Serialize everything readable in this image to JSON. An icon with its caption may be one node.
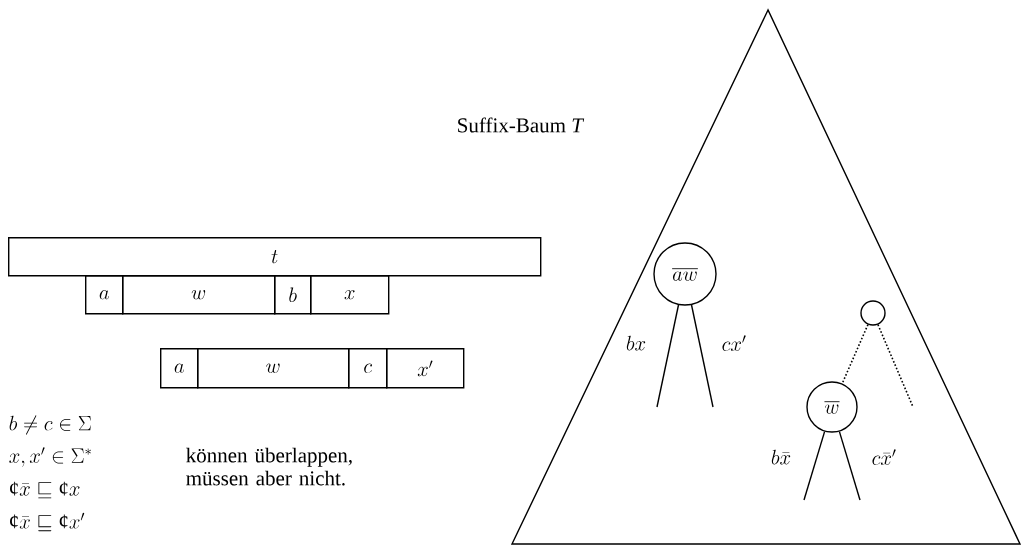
{
  "diagram": {
    "nodes": [
      {
        "text": [
          "Suffix-Baum *T*"
        ]
      },
      {
        "text": [
          "t"
        ]
      },
      {
        "text": [
          "a"
        ]
      },
      {
        "text": [
          "w"
        ]
      },
      {
        "text": [
          "b"
        ]
      },
      {
        "text": [
          "x"
        ]
      },
      {
        "text": [
          "a"
        ]
      },
      {
        "text": [
          "w"
        ]
      },
      {
        "text": [
          "c"
        ]
      },
      {
        "text": [
          "x'"
        ]
      },
      {
        "text": [
          "\\overline{aw}"
        ],
        "in": 0
      },
      {
        "text": [],
        "shape": "circle",
        "in": 0
      },
      {
        "text": [
          "\\overline{w}"
        ],
        "in": 0
      }
    ],
    "edges": [
      {
        "from": 10,
        "to": null,
        "arrow": "none",
        "label": "bx"
      },
      {
        "from": 10,
        "to": null,
        "arrow": "none",
        "label": "cx'"
      },
      {
        "from": 11,
        "to": 12,
        "arrow": "none",
        "style": "dashed"
      },
      {
        "from": 11,
        "to": null,
        "arrow": "none",
        "style": "dashed"
      },
      {
        "from": 12,
        "to": null,
        "arrow": "none",
        "label": "b\\bar{x}"
      },
      {
        "from": 12,
        "to": null,
        "arrow": "none",
        "label": "c\\bar{x}'"
      }
    ],
    "labels": [
      "b \\neq c \\in \\Sigma",
      "x, x' \\in \\Sigma^*",
      "\\mbox{¢}\\bar{x} \\sqsubseteq \\mbox{¢}x",
      "\\mbox{¢}\\bar{x} \\sqsubseteq \\mbox{¢}x'",
      "können überlappen, müssen aber nicht."
    ]
  }
}
